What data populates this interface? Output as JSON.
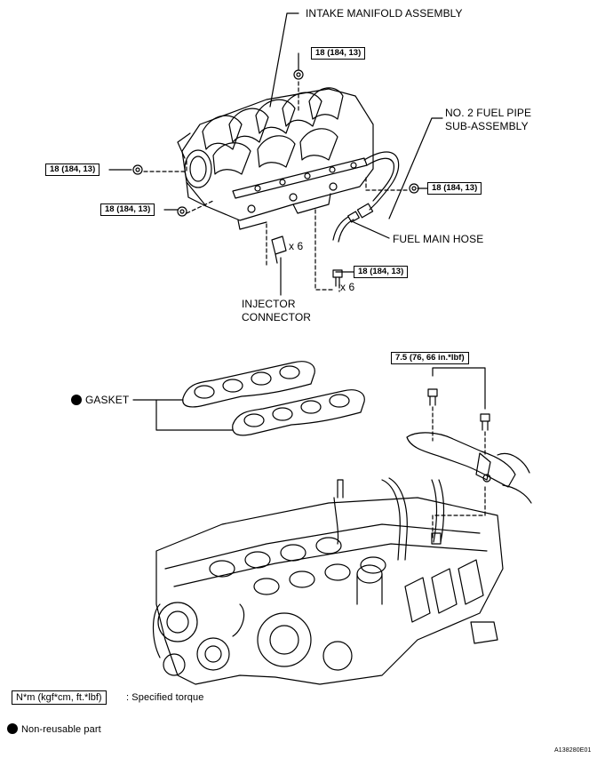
{
  "labels": {
    "intake_manifold": "INTAKE MANIFOLD ASSEMBLY",
    "fuel_pipe_line1": "NO. 2 FUEL PIPE",
    "fuel_pipe_line2": "SUB-ASSEMBLY",
    "fuel_main_hose": "FUEL MAIN HOSE",
    "injector_line1": "INJECTOR",
    "injector_line2": "CONNECTOR",
    "x6_connector": "x 6",
    "x6_bolt": "x 6",
    "gasket": "GASKET"
  },
  "torques": {
    "top": "18 (184, 13)",
    "left_upper": "18 (184, 13)",
    "left_lower": "18 (184, 13)",
    "right": "18 (184, 13)",
    "bolt_lower": "18 (184, 13)",
    "bracket": "7.5 (76, 66 in.*lbf)"
  },
  "legend": {
    "torque_unit": "N*m (kgf*cm, ft.*lbf)",
    "torque_desc": ": Specified torque",
    "nonreusable": "Non-reusable part"
  },
  "figure_id": "A138280E01",
  "colors": {
    "line": "#000000",
    "background": "#ffffff"
  },
  "icons": [
    "non-reusable-dot-icon"
  ]
}
